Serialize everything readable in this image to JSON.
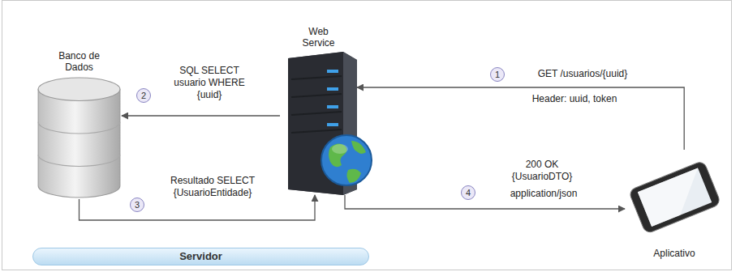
{
  "diagram": {
    "nodes": [
      {
        "text": [
          "Banco de Dados"
        ]
      },
      {
        "text": [
          "Web Service"
        ]
      },
      {
        "text": [
          "Aplicativo"
        ]
      },
      {
        "text": [
          "Servidor"
        ]
      }
    ],
    "edges": [
      {
        "from": 2,
        "to": 1,
        "arrow": "to",
        "label": "GET /usuarios/{uuid}"
      },
      {
        "from": 1,
        "to": 0,
        "arrow": "to",
        "label": "SQL SELECT usuario WHERE {uuid}"
      },
      {
        "from": 0,
        "to": 1,
        "arrow": "to",
        "label": "Resultado SELECT {UsuarioEntidade}"
      },
      {
        "from": 1,
        "to": 2,
        "arrow": "to",
        "label": "200 OK {UsuarioDTO}"
      }
    ],
    "labels": [
      "1",
      "Header: uuid, token",
      "2",
      "3",
      "4",
      "application/json"
    ]
  }
}
